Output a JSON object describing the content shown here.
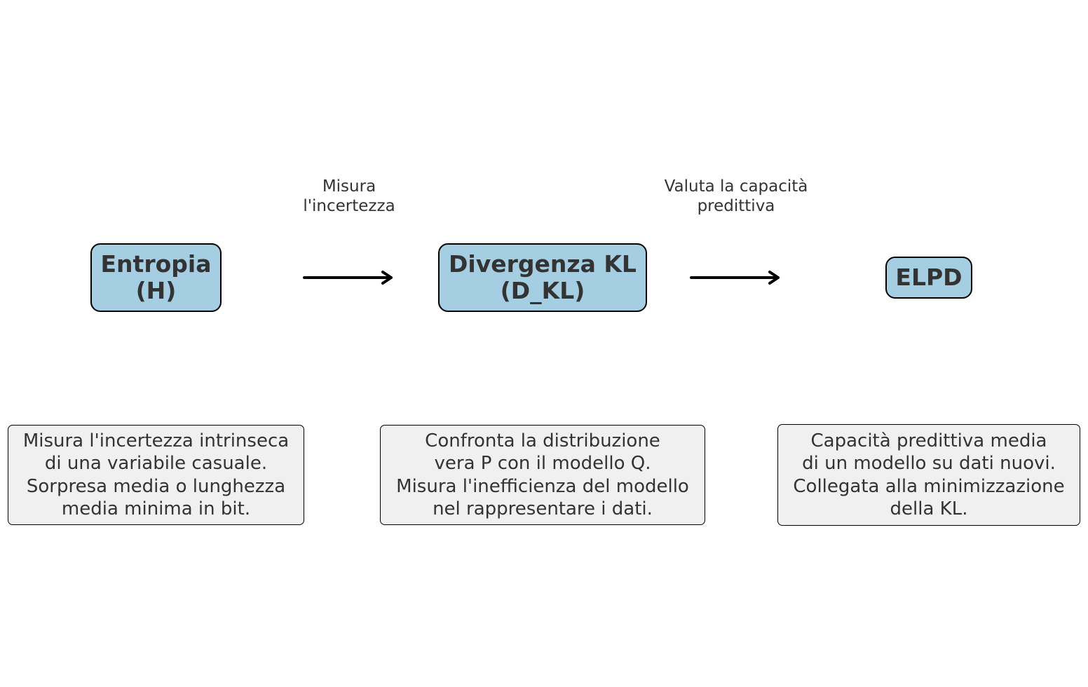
{
  "nodes": {
    "entropy": {
      "line1": "Entropia",
      "line2": "(H)"
    },
    "kl": {
      "line1": "Divergenza KL",
      "line2": "(D_KL)"
    },
    "elpd": {
      "line1": "ELPD"
    }
  },
  "edges": {
    "entropy_to_kl": {
      "line1": "Misura",
      "line2": "l'incertezza"
    },
    "kl_to_elpd": {
      "line1": "Valuta la capacità",
      "line2": "predittiva"
    }
  },
  "descriptions": {
    "entropy": [
      "Misura l'incertezza intrinseca",
      "di una variabile casuale.",
      "Sorpresa media o lunghezza",
      "media minima in bit."
    ],
    "kl": [
      "Confronta la distribuzione",
      "vera P con il modello Q.",
      "Misura l'inefficienza del modello",
      "nel rappresentare i dati."
    ],
    "elpd": [
      "Capacità predittiva media",
      "di un modello su dati nuovi.",
      "Collegata alla minimizzazione",
      "della KL."
    ]
  },
  "colors": {
    "node_fill": "#a6cee3",
    "description_fill": "#f0f0f0",
    "text": "#333333",
    "stroke": "#000000"
  }
}
